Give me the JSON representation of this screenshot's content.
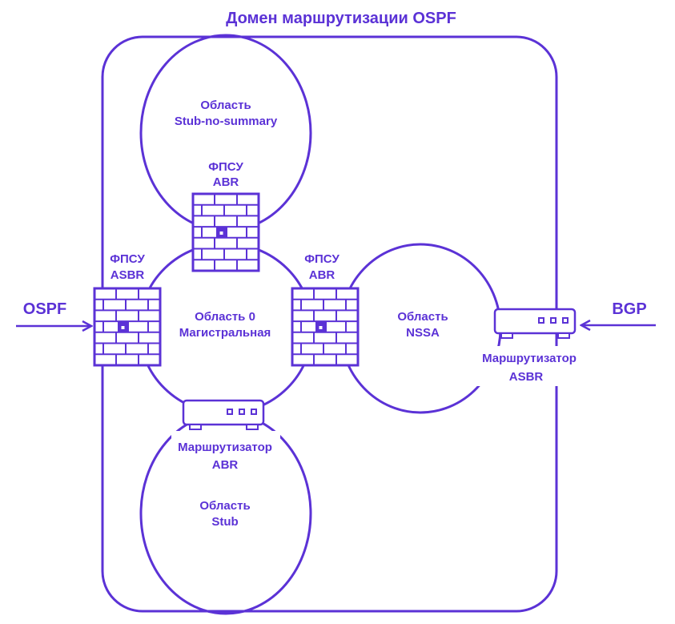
{
  "title": "Домен маршрутизации OSPF",
  "colors": {
    "accent": "#5b32d6",
    "background": "#ffffff"
  },
  "areas": {
    "stub_no_summary": {
      "line1": "Область",
      "line2": "Stub-no-summary"
    },
    "backbone": {
      "line1": "Область 0",
      "line2": "Магистральная"
    },
    "stub": {
      "line1": "Область",
      "line2": "Stub"
    },
    "nssa": {
      "line1": "Область",
      "line2": "NSSA"
    }
  },
  "devices": {
    "fw_top": {
      "icon": "firewall-icon",
      "line1": "ФПСУ",
      "line2": "ABR"
    },
    "fw_left": {
      "icon": "firewall-icon",
      "line1": "ФПСУ",
      "line2": "ASBR"
    },
    "fw_mid": {
      "icon": "firewall-icon",
      "line1": "ФПСУ",
      "line2": "ABR"
    },
    "router_abr": {
      "icon": "router-icon",
      "line1": "Маршрутизатор",
      "line2": "ABR"
    },
    "router_asbr": {
      "icon": "router-icon",
      "line1": "Маршрутизатор",
      "line2": "ASBR"
    }
  },
  "external": {
    "left": {
      "label": "OSPF",
      "icon": "arrow-right-icon"
    },
    "right": {
      "label": "BGP",
      "icon": "arrow-left-icon"
    }
  }
}
